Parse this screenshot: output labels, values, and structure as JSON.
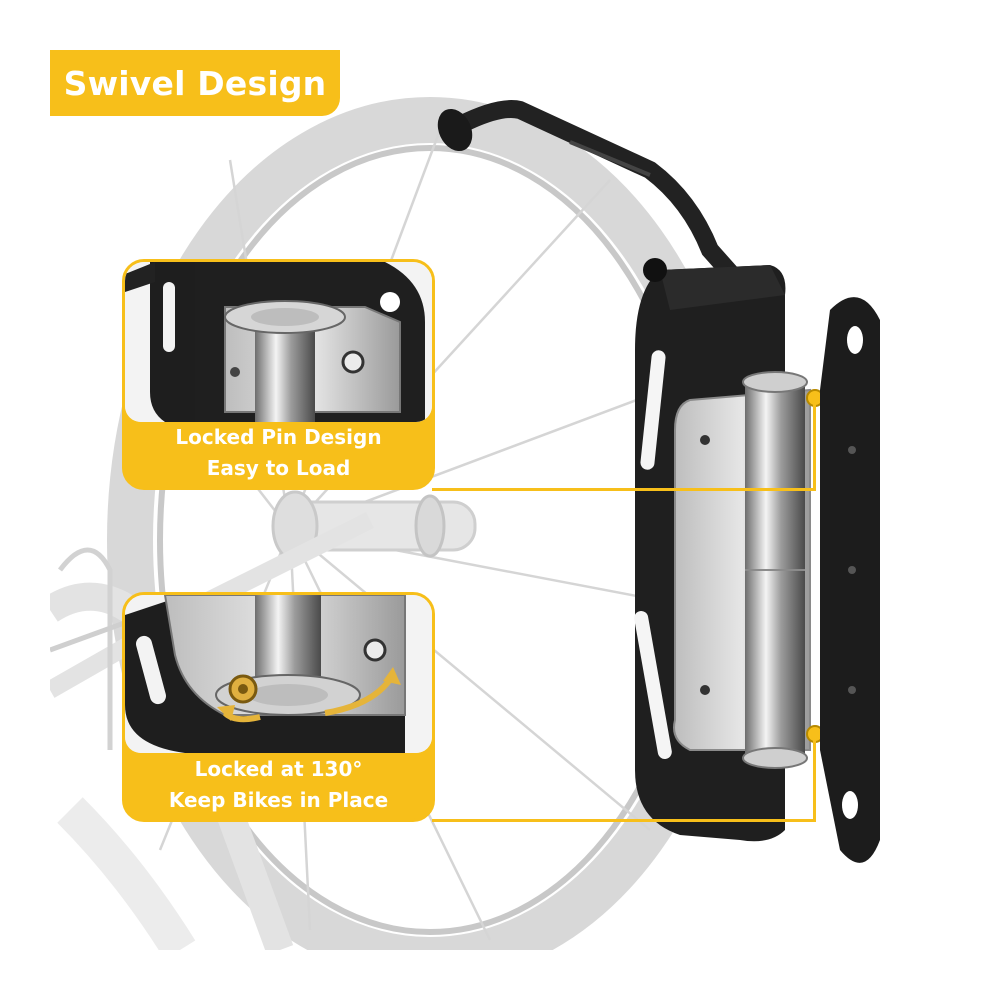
{
  "title": "Swivel Design",
  "callouts": [
    {
      "line1": "Locked Pin Design",
      "line2": "Easy to Load"
    },
    {
      "line1": "Locked at 130°",
      "line2": "Keep Bikes in Place"
    }
  ],
  "colors": {
    "accent": "#f7bf1a",
    "text_on_accent": "#ffffff",
    "rack_black": "#1e1e1e",
    "wheel_gray": "#d9d9d9"
  }
}
